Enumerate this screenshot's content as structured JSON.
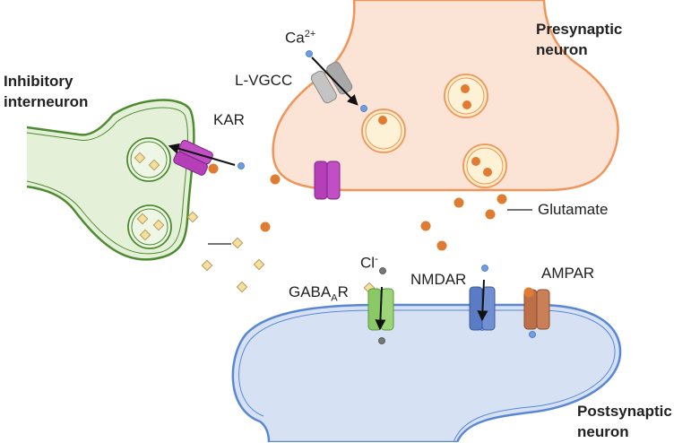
{
  "labels": {
    "presynaptic_line1": "Presynaptic",
    "presynaptic_line2": "neuron",
    "inhibitory_line1": "Inhibitory",
    "inhibitory_line2": "interneuron",
    "postsynaptic_line1": "Postsynaptic",
    "postsynaptic_line2": "neuron",
    "calcium_base": "Ca",
    "calcium_charge": "2+",
    "lvgcc": "L-VGCC",
    "kar": "KAR",
    "glutamate": "Glutamate",
    "chloride_base": "Cl",
    "chloride_charge": "-",
    "gaba_main": "GABA",
    "gaba_sub": "A",
    "gaba_suffix": "R",
    "nmdar": "NMDAR",
    "ampar": "AMPAR"
  },
  "colors": {
    "presynaptic_fill": "#fbe3d6",
    "presynaptic_stroke": "#f0955a",
    "inhibitory_fill": "#e4f1d8",
    "inhibitory_stroke": "#4e8a30",
    "postsynaptic_fill": "#d6e2f4",
    "postsynaptic_stroke": "#5a87d4",
    "glutamate": "#e07b32",
    "gaba_marker": "#f5dfa1",
    "calcium_ion": "#6f9ee6",
    "chloride_ion": "#777777",
    "kar_channel": "#b53fb8",
    "lvgcc_channel": "#b8b8b8",
    "gabaa_channel": "#8bc866",
    "nmdar_channel": "#5b7cc4",
    "ampar_channel": "#bd7048"
  }
}
